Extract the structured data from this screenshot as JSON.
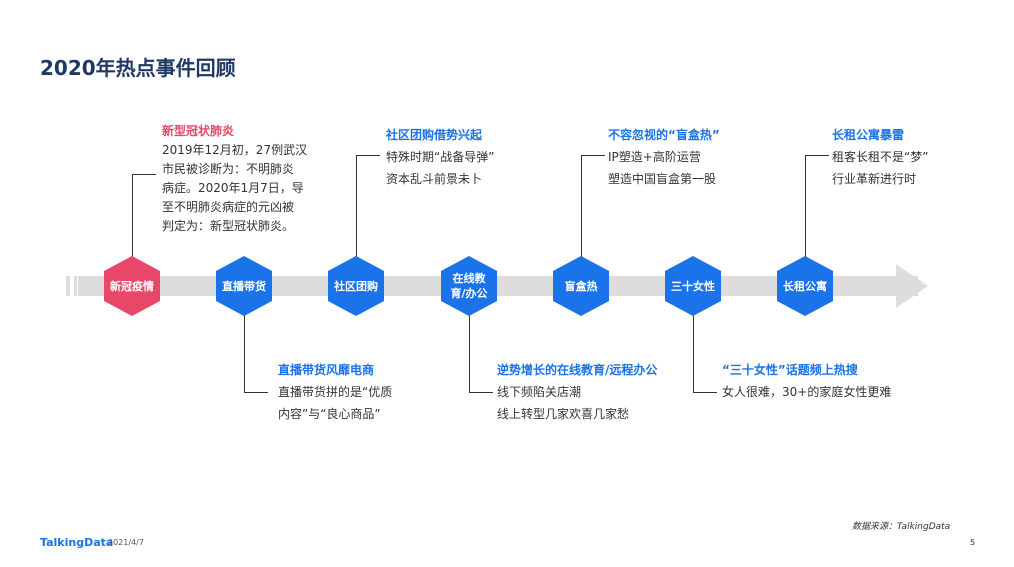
{
  "title": "2020年热点事件回顾",
  "timeline": [
    {
      "label": "新冠疫情"
    },
    {
      "label": "直播带货"
    },
    {
      "label": "社区团购"
    },
    {
      "label": "在线教育/办公"
    },
    {
      "label": "盲盒热"
    },
    {
      "label": "三十女性"
    },
    {
      "label": "长租公寓"
    }
  ],
  "callouts": {
    "covid": {
      "head": "新型冠状肺炎",
      "lines": [
        "2019年12月初，27例武汉",
        "市民被诊断为：不明肺炎",
        "病症。2020年1月7日，导",
        "至不明肺炎病症的元凶被",
        "判定为：新型冠状肺炎。"
      ]
    },
    "live": {
      "head": "直播带货风靡电商",
      "lines": [
        "直播带货拼的是“优质",
        "内容”与“良心商品”"
      ]
    },
    "community": {
      "head": "社区团购借势兴起",
      "lines": [
        "特殊时期“战备导弹”",
        "资本乱斗前景未卜"
      ]
    },
    "education": {
      "head": "逆势增长的在线教育/远程办公",
      "lines": [
        "线下频陷关店潮",
        "线上转型几家欢喜几家愁"
      ]
    },
    "blindbox": {
      "head": "不容忽视的“盲盒热”",
      "lines": [
        "IP塑造+高阶运营",
        "塑造中国盲盒第一股"
      ]
    },
    "women": {
      "head": "“三十女性”话题频上热搜",
      "lines": [
        "女人很难，30+的家庭女性更难"
      ]
    },
    "rental": {
      "head": "长租公寓暴雷",
      "lines": [
        "租客长租不是“梦”",
        "行业革新进行时"
      ]
    }
  },
  "footer": {
    "logo": "TalkingData",
    "date": "2021/4/7",
    "source": "数据来源：TalkingData",
    "page": "5"
  },
  "colors": {
    "accent": "#1a73e8",
    "highlight": "#e8476a",
    "title": "#1f3864"
  }
}
